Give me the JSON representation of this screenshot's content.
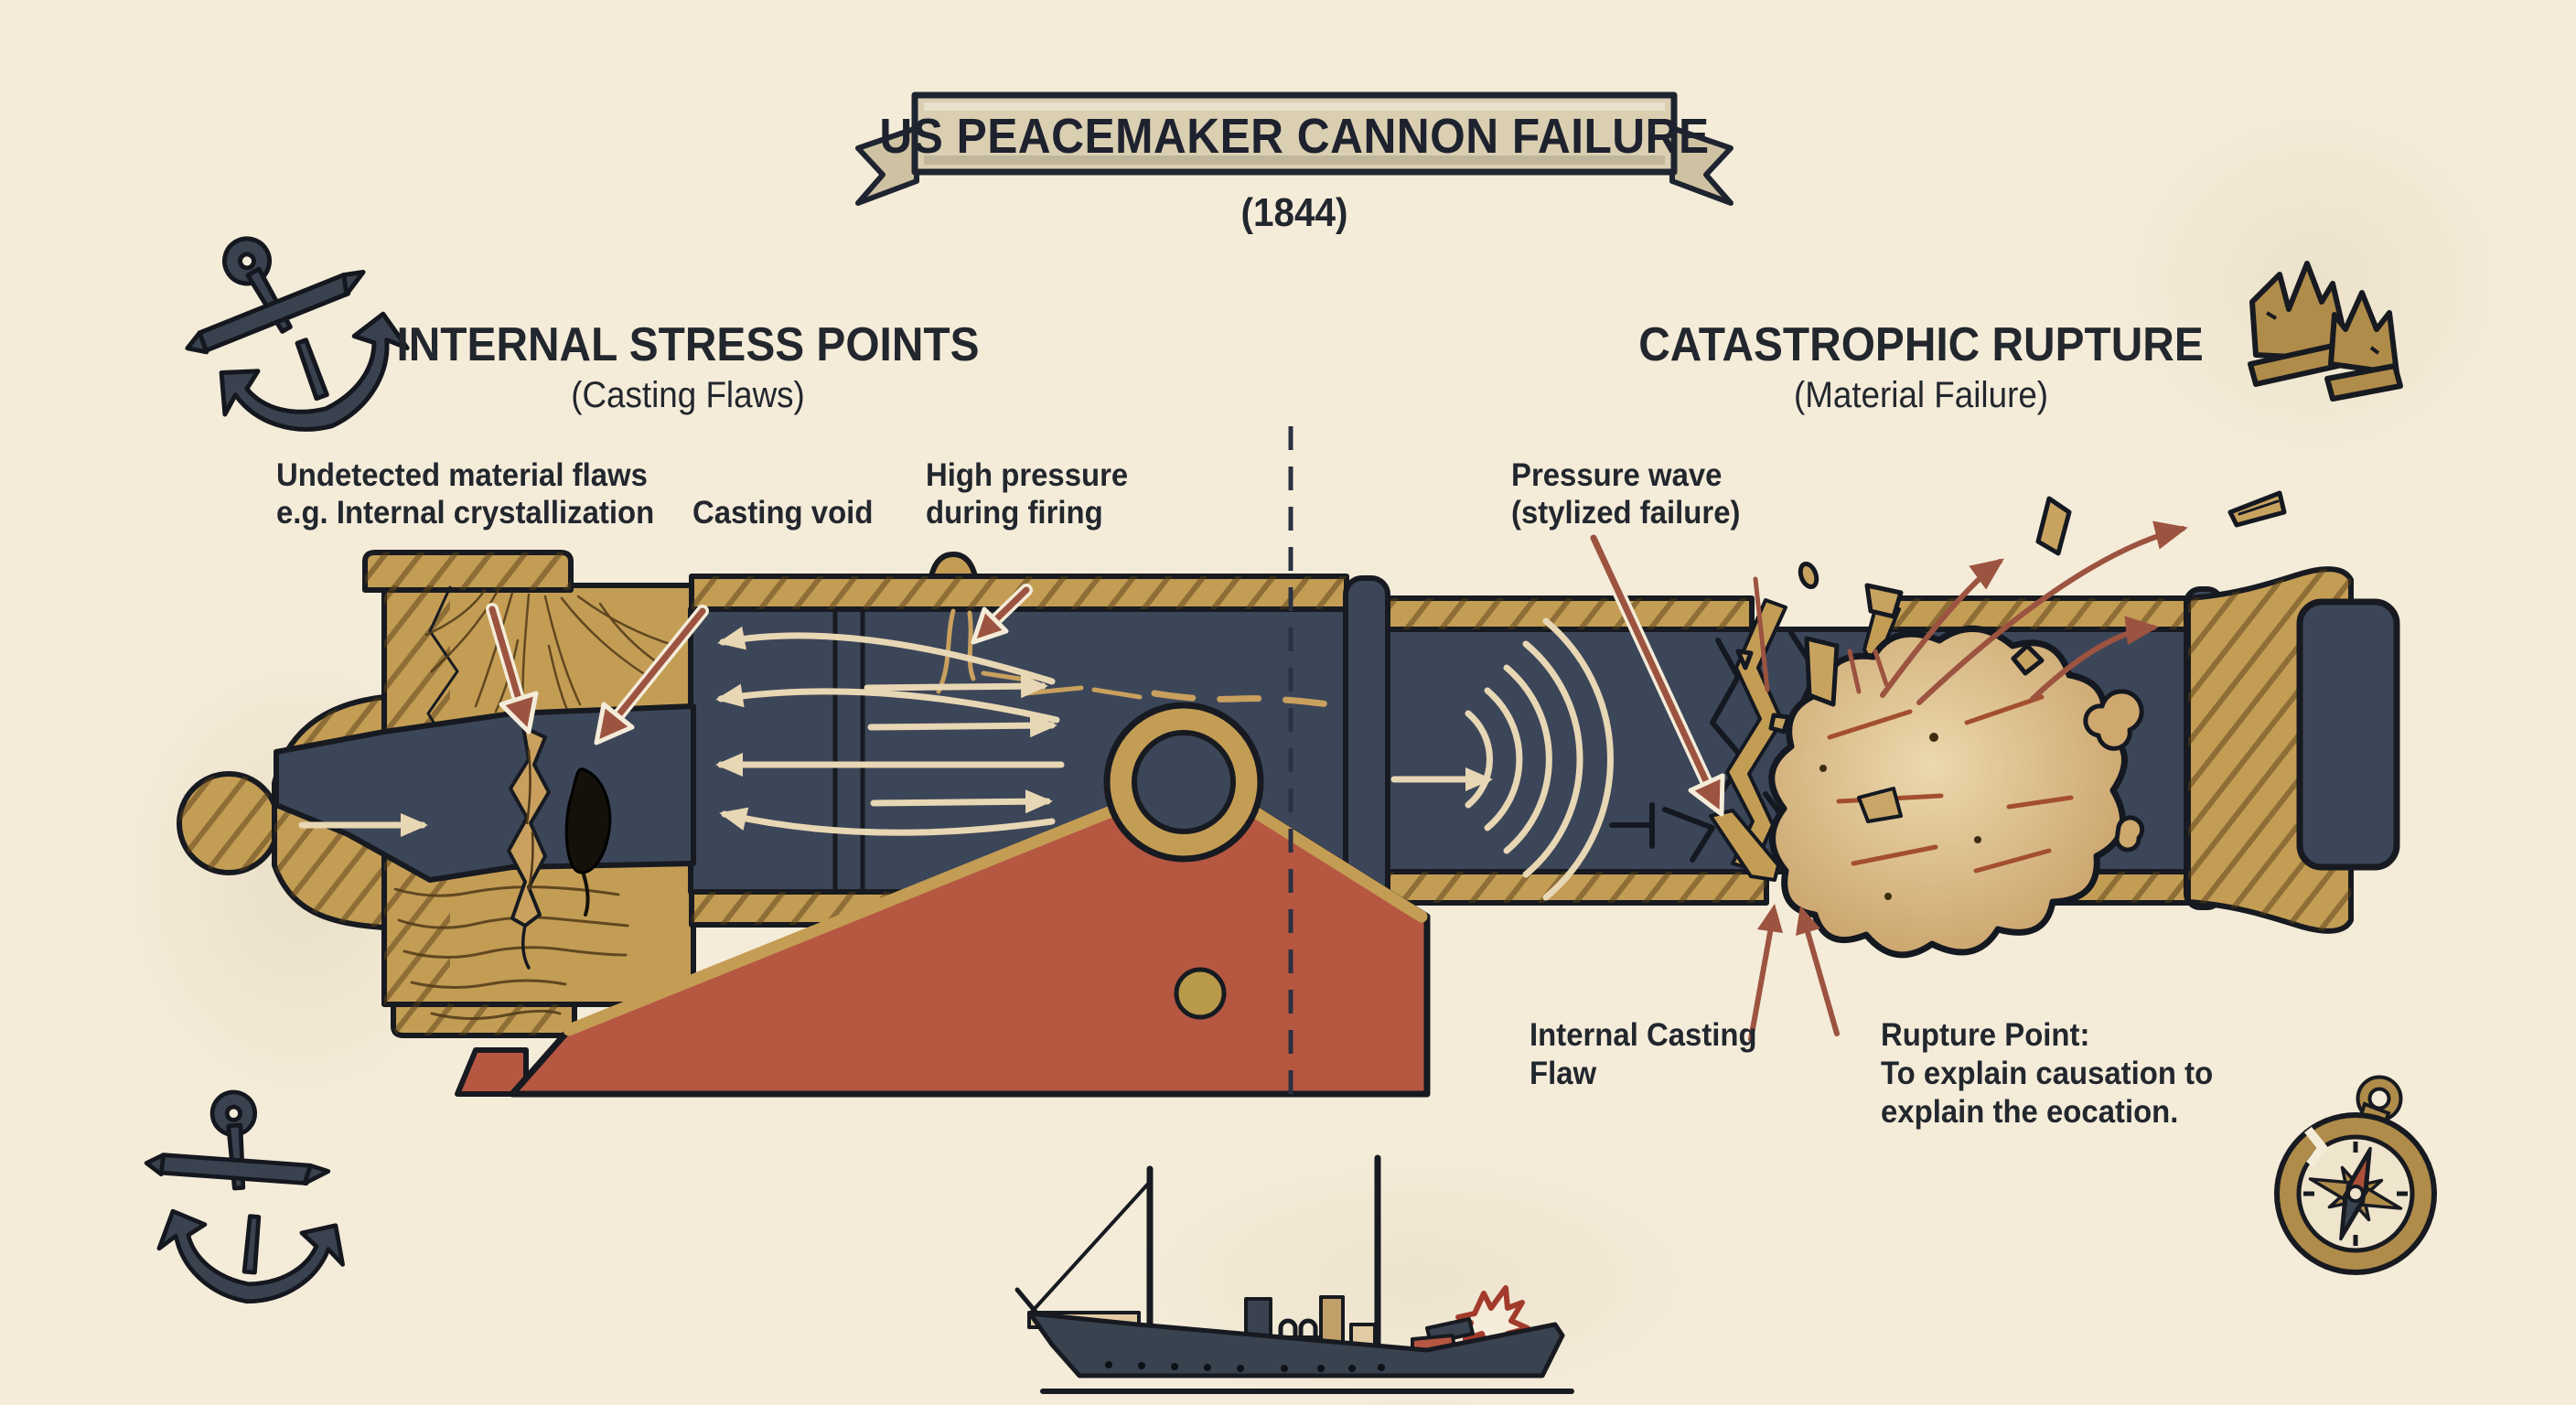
{
  "banner": {
    "title": "US PEACEMAKER CANNON FAILURE",
    "year": "(1844)"
  },
  "sections": {
    "left": {
      "heading": "INTERNAL STRESS POINTS",
      "subheading": "(Casting Flaws)"
    },
    "right": {
      "heading": "CATASTROPHIC RUPTURE",
      "subheading": "(Material Failure)"
    }
  },
  "labels": {
    "material_flaws_1": "Undetected material flaws",
    "material_flaws_2": "e.g. Internal crystallization",
    "casting_void": "Casting void",
    "high_pressure_1": "High pressure",
    "high_pressure_2": "during firing",
    "pressure_wave_1": "Pressure wave",
    "pressure_wave_2": "(stylized failure)",
    "internal_flaw_1": "Internal Casting",
    "internal_flaw_2": "Flaw",
    "rupture_point_1": "Rupture Point:",
    "rupture_point_2": "To explain causation to",
    "rupture_point_3": "explain the eocation."
  },
  "icons": {
    "top_left": "broken-anchor",
    "bottom_left": "broken-anchor",
    "top_right": "broken-crown",
    "bottom_right": "cracked-compass",
    "bottom_center": "steamship-with-explosion"
  },
  "colors": {
    "background": "#f4ecd9",
    "ink": "#171a20",
    "navy": "#3c4659",
    "gold": "#c49d55",
    "gold_dark": "#574018",
    "carriage_red": "#b65742",
    "annotation_red": "#9c5340",
    "cream_arrow": "#e8d7b4",
    "cloud": "#d9ba88",
    "banner_fill": "#dbcfb2"
  }
}
